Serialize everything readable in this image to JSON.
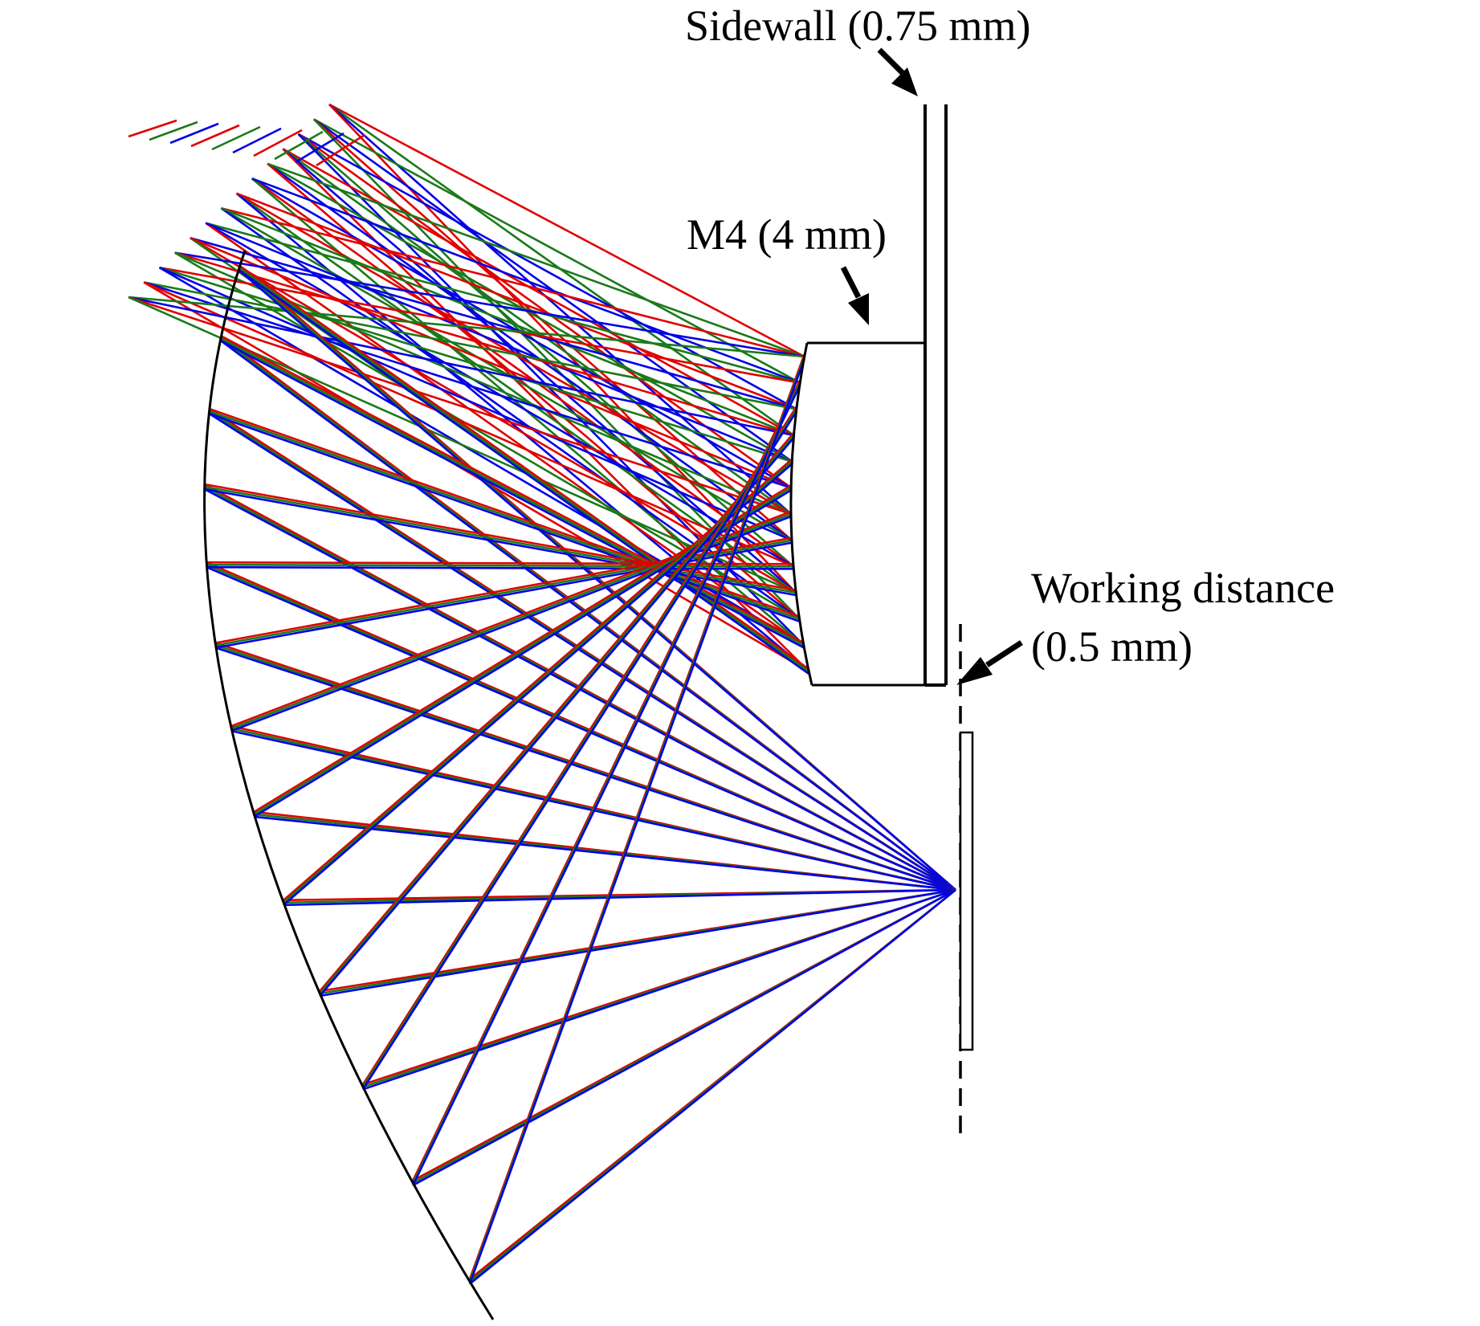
{
  "labels": {
    "sidewall": "Sidewall (0.75 mm)",
    "m4": "M4 (4 mm)",
    "working_distance_line1": "Working distance",
    "working_distance_line2": "(0.5 mm)"
  },
  "colors": {
    "ray_red": "#e00000",
    "ray_green": "#1a7a1a",
    "ray_blue": "#0000e6",
    "outline": "#000000"
  }
}
